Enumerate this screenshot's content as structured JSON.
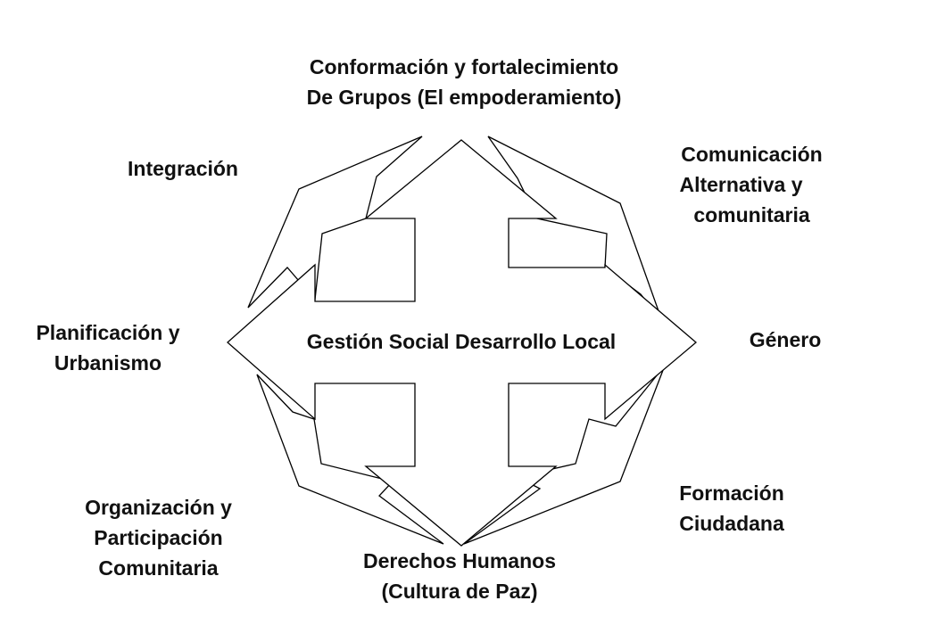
{
  "center": {
    "label": "Gestión Social Desarrollo Local"
  },
  "themes": {
    "top": {
      "lines": [
        "Conformación y fortalecimiento",
        "De Grupos (El empoderamiento)"
      ]
    },
    "top_left": {
      "lines": [
        "Integración"
      ]
    },
    "top_right": {
      "lines": [
        "Comunicación",
        "Alternativa y",
        "comunitaria"
      ]
    },
    "left": {
      "lines": [
        "Planificación y",
        "Urbanismo"
      ]
    },
    "right": {
      "lines": [
        "Género"
      ]
    },
    "bottom_left": {
      "lines": [
        "Organización y",
        "Participación",
        "Comunitaria"
      ]
    },
    "bottom_right": {
      "lines": [
        "Formación",
        "Ciudadana"
      ]
    },
    "bottom": {
      "lines": [
        "Derechos Humanos",
        "(Cultura de Paz)"
      ]
    }
  },
  "colors": {
    "stroke": "#000000",
    "fill": "#ffffff",
    "text": "#111111"
  }
}
